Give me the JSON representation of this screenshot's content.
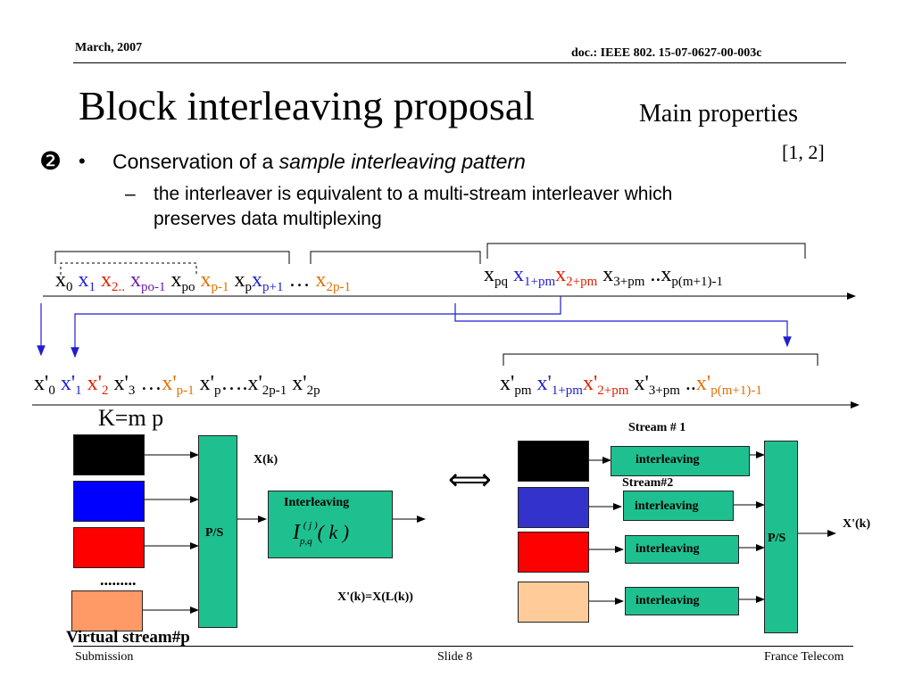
{
  "header": {
    "date": "March, 2007",
    "doc": "doc.: IEEE 802. 15-07-0627-00-003c"
  },
  "title": "Block interleaving proposal",
  "subtitle": "Main properties",
  "ref": "[1, 2]",
  "bullet": {
    "number_glyph": "❷",
    "dot": "•",
    "text_plain": "Conservation of a ",
    "text_italic": "sample interleaving pattern",
    "sub_dash": "–",
    "sub_line1": "the interleaver is equivalent to a multi-stream interleaver which",
    "sub_line2": "preserves data multiplexing"
  },
  "seq1": {
    "x0": "x",
    "x0s": "0",
    "x1": "x",
    "x1s": "1",
    "x2": "x",
    "x2s": "2..",
    "xpo1": "x",
    "xpo1s": "po-1",
    "xpo": "x",
    "xpos": "po",
    "xp1": "x",
    "xp1s": "p-1",
    "xp": "x",
    "xps": "p",
    "xpp1": "x",
    "xpp1s": "p+1",
    "dots": " …",
    "x2p1": "x",
    "x2p1s": "2p-1",
    "xpq": "x",
    "xpqs": "pq",
    "x1pm": "x",
    "x1pms": "1+pm",
    "x2pm": "x",
    "x2pms": "2+pm",
    "x3pm": "x",
    "x3pms": "3+pm",
    "dots2": " ..",
    "xend": "x",
    "xends": "p(m+1)-1"
  },
  "seq2": {
    "a": "x'",
    "as": "0",
    "b": "x'",
    "bs": "1",
    "c": "x'",
    "cs": "2",
    "d": "x'",
    "ds": "3",
    "dots": " …",
    "e": "x'",
    "es": "p-1",
    "f": "x'",
    "fs": "p",
    "dots2": "….",
    "g": "x'",
    "gs": "2p-1",
    "h": "x'",
    "hs": "2p",
    "i": "x'",
    "is": "pm",
    "j": "x'",
    "js": "1+pm",
    "k": "x'",
    "ks": "2+pm",
    "l": "x'",
    "ls": "3+pm",
    "dots3": " ..",
    "m": "x'",
    "ms": "p(m+1)-1"
  },
  "diagram": {
    "k_label": "K=m p",
    "ps_left": "P/S",
    "xk": "X(k)",
    "interleaving_title": "Interleaving",
    "formula_I": "I",
    "formula_sub": "p,q",
    "formula_sup": "( j )",
    "formula_arg": "( k )",
    "dots": ".........",
    "virtual_stream": "Virtual stream#p",
    "equation": "X'(k)=X(L(k))",
    "double_arrow": "⟺",
    "stream1": "Stream # 1",
    "stream2": "Stream#2",
    "interleaving": "interleaving",
    "ps_right": "P/S",
    "xk_prime": "X'(k)"
  },
  "colors": {
    "blue": "#1f1fd0",
    "red": "#e02000",
    "purple": "#6a1aa8",
    "orange": "#e07000",
    "green": "#1fc08f",
    "stream_black": "#000000",
    "stream_blue": "#0000ff",
    "stream_red": "#ff0000",
    "stream_orange": "#ff9966",
    "stream_blue2": "#3333cc",
    "stream_peach": "#ffcc99"
  },
  "footer": {
    "left": "Submission",
    "center": "Slide 8",
    "right": "France Telecom"
  }
}
